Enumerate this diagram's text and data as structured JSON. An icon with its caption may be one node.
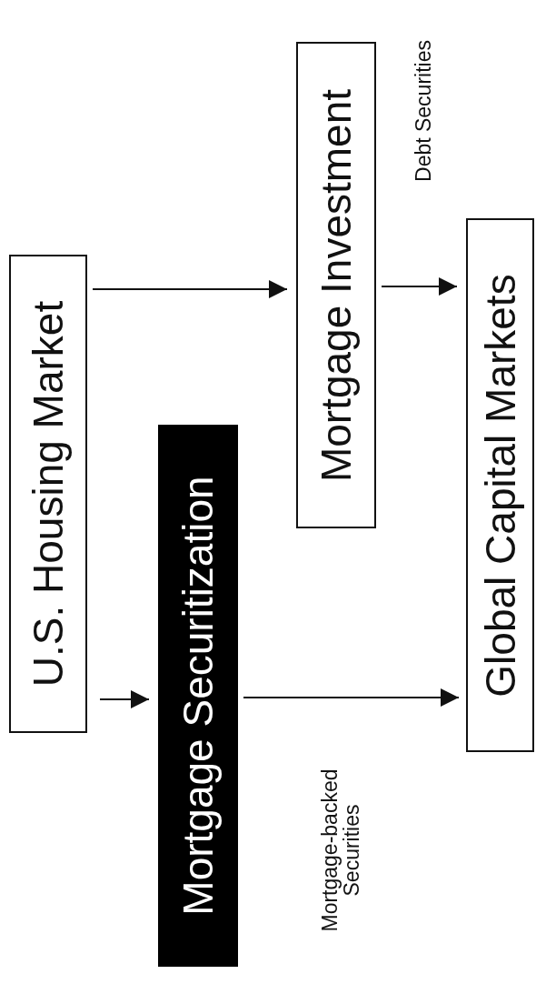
{
  "diagram": {
    "nodes": [
      {
        "text": [
          "U.S. Housing Market"
        ]
      },
      {
        "text": [
          "Mortgage Securitization"
        ]
      },
      {
        "text": [
          "Mortgage Investment"
        ]
      },
      {
        "text": [
          "Global Capital Markets"
        ]
      }
    ],
    "edges": [
      {
        "from": 0,
        "to": 2,
        "arrow": "to"
      },
      {
        "from": 2,
        "to": 3,
        "arrow": "to"
      },
      {
        "from": 0,
        "to": 1,
        "arrow": "to"
      },
      {
        "from": 1,
        "to": 3,
        "arrow": "to"
      }
    ],
    "labels": [
      "Debt Securities",
      "Mortgage-backed Securities"
    ]
  }
}
